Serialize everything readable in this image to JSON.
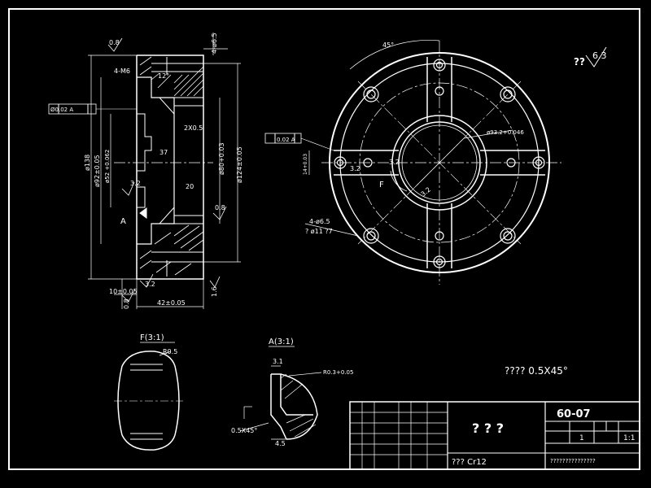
{
  "colors": {
    "background": "#000000",
    "line": "#ffffff",
    "accent_dim": "#cccccc"
  },
  "section_view": {
    "dims": {
      "roughness_top": "0.8",
      "hole_top": "4-ø6.5",
      "thread": "4-M6",
      "angle_12": "12°",
      "tolerance_frame": "Ø0.02 A",
      "dia_138": "ø138",
      "dia_92": "ø92±0.05",
      "dia_52": "ø52 +0.062",
      "angle_37": "37",
      "dim_2x05": "2X0.5",
      "dia_80": "ø80+0.03",
      "dia_124": "ø124±0.05",
      "dim_20": "20",
      "roughness_left": "3.2",
      "roughness_right": "0.8",
      "datum_a": "A",
      "dim_10": "10±0.05",
      "roughness_bottom_left": "0.8",
      "roughness_bottom_mid": "3.2",
      "dim_42": "42±0.05",
      "roughness_bottom_right": "1.6"
    }
  },
  "plan_view": {
    "dims": {
      "angle_45": "45°",
      "dia_93": "ø93.2+0.046",
      "flatness": "0.02 A",
      "dim_14": "14+0.03",
      "roughness_32a": "3.2",
      "roughness_32b": "3.2",
      "roughness_32c": "3.2",
      "label_f": "F",
      "holes_1": "4-ø6.5",
      "holes_2": "? ø11 ?7"
    },
    "roughness_note_prefix": "??",
    "roughness_note_value": "6.3"
  },
  "detail_f": {
    "title": "F(3:1)",
    "radius": "R0.5"
  },
  "detail_a": {
    "title": "A(3:1)",
    "dim_31": "3.1",
    "radius": "R0.3+0.05",
    "chamfer": "0.5X45°",
    "dim_45": "4.5"
  },
  "chamfer_note": "???? 0.5X45°",
  "title_block": {
    "drawing_number": "60-07",
    "name": "? ? ?",
    "material": "??? Cr12",
    "scale": "1:1",
    "qty": "1",
    "bottom_text": "???????????????"
  }
}
